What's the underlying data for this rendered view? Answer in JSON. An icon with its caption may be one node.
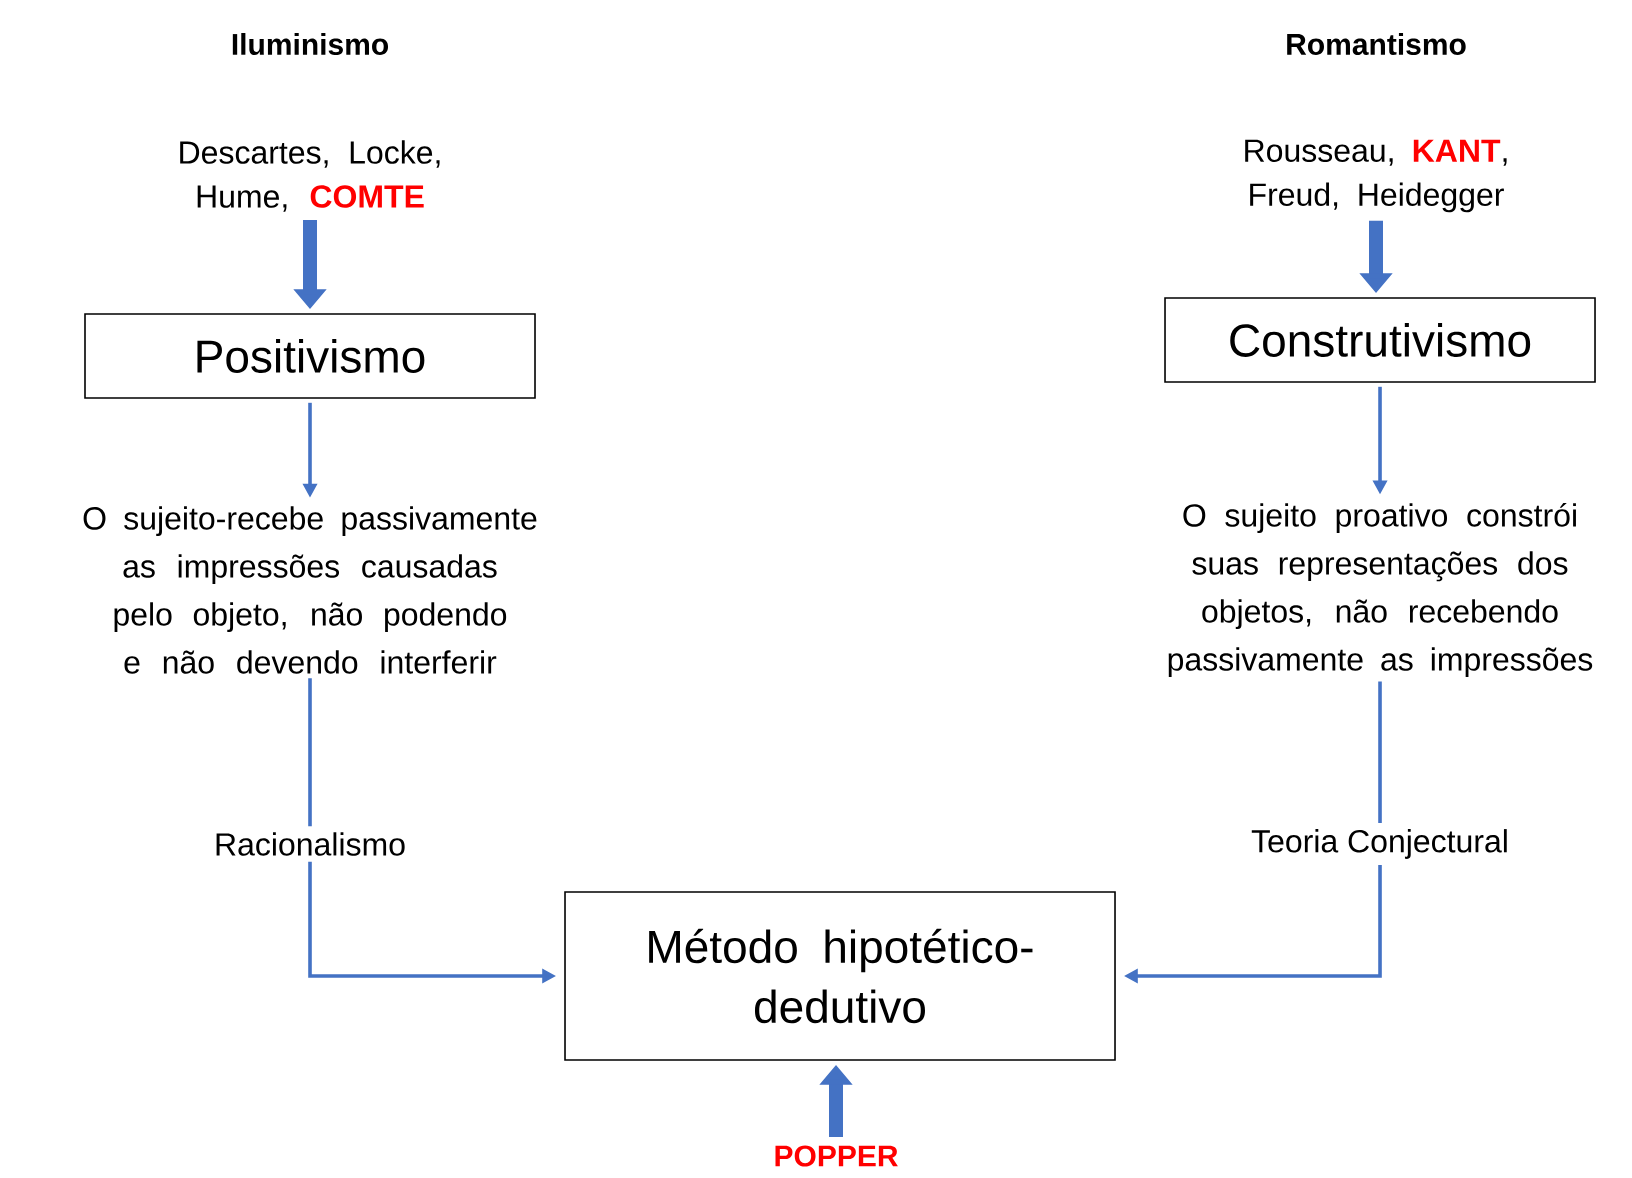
{
  "diagram": {
    "nodes": [
      {
        "text": [
          "Descartes, Locke, Hume, **COMTE**"
        ]
      },
      {
        "text": [
          "Positivismo"
        ]
      },
      {
        "text": [
          "O sujeito-recebe passivamente as impressões causadas pelo objeto, não podendo e não devendo interferir"
        ]
      },
      {
        "text": [
          "Rousseau, **KANT**, Freud, Heidegger"
        ]
      },
      {
        "text": [
          "Construtivismo"
        ]
      },
      {
        "text": [
          "O sujeito proativo constrói suas representações dos objetos, não recebendo passivamente as impressões"
        ]
      },
      {
        "text": [
          "Método hipotético-dedutivo"
        ]
      },
      {
        "text": [
          "POPPER"
        ]
      }
    ],
    "edges": [
      {
        "from": 0,
        "to": 1,
        "arrow": "to",
        "style": "thick"
      },
      {
        "from": 1,
        "to": 2,
        "arrow": "to"
      },
      {
        "from": 2,
        "to": 6,
        "arrow": "to",
        "label": "Racionalismo"
      },
      {
        "from": 3,
        "to": 4,
        "arrow": "to",
        "style": "thick"
      },
      {
        "from": 4,
        "to": 5,
        "arrow": "to"
      },
      {
        "from": 5,
        "to": 6,
        "arrow": "to",
        "label": "Teoria Conjectural"
      },
      {
        "from": 7,
        "to": 6,
        "arrow": "to",
        "style": "thick"
      }
    ],
    "labels": [
      "Iluminismo",
      "Romantismo"
    ]
  }
}
